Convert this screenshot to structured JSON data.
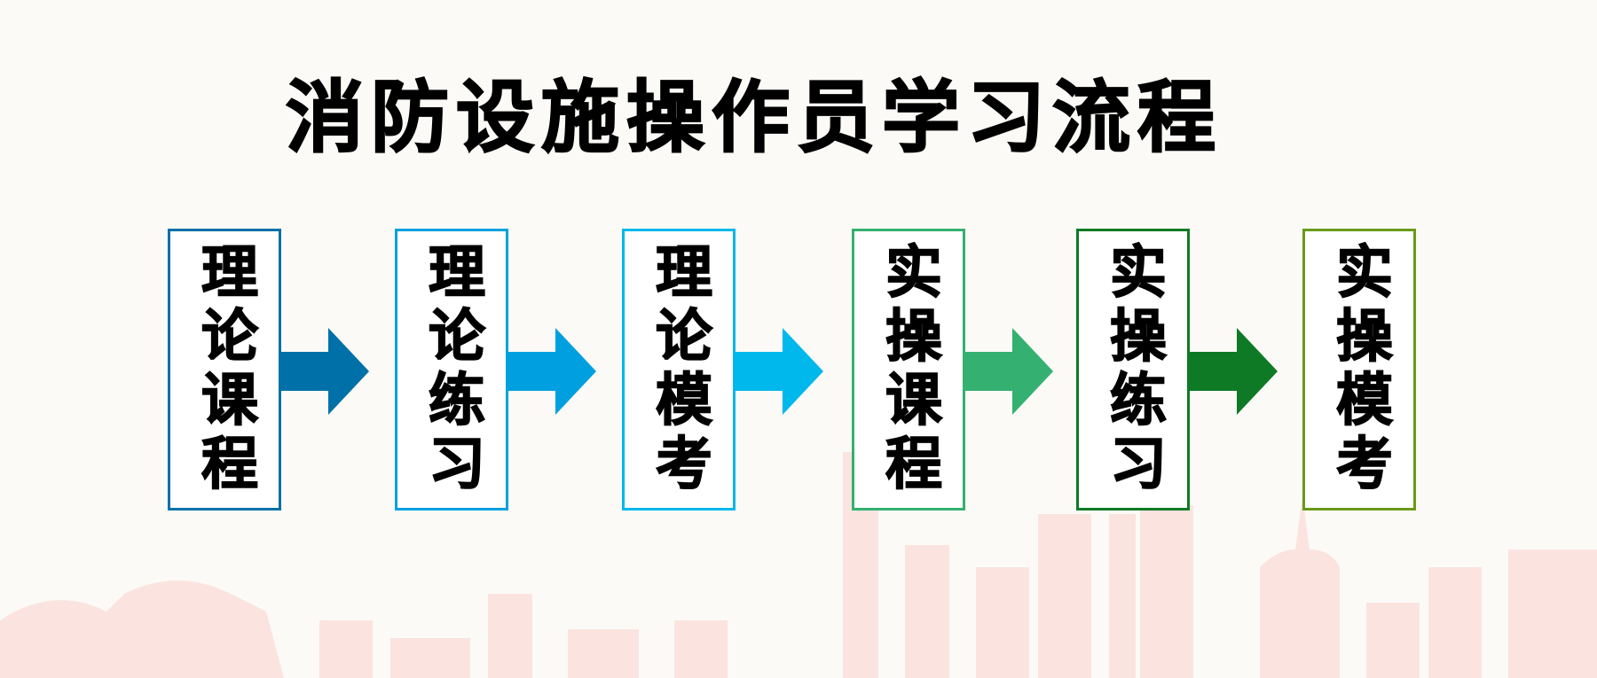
{
  "title": "消防设施操作员学习流程",
  "steps": [
    {
      "label": "理论课程",
      "color": "#0070a8"
    },
    {
      "label": "理论练习",
      "color": "#00a0e0"
    },
    {
      "label": "理论模考",
      "color": "#00b8ec"
    },
    {
      "label": "实操课程",
      "color": "#34b070"
    },
    {
      "label": "实操练习",
      "color": "#0e7a25"
    },
    {
      "label": "实操模考",
      "color": "#6a9a1a"
    }
  ]
}
